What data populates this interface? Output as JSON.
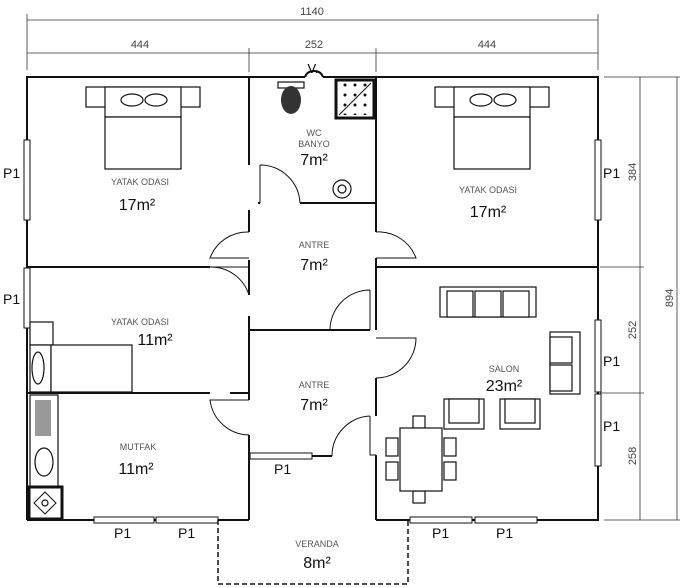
{
  "dimensions": {
    "total_width": "1140",
    "left_width": "444",
    "middle_width": "252",
    "right_width": "444",
    "total_depth": "894",
    "right_top": "384",
    "right_middle": "252",
    "right_bottom": "258"
  },
  "vent_label": "V.",
  "rooms": {
    "bedroom_left": {
      "name": "YATAK ODASI",
      "area": "17m²"
    },
    "bedroom_right": {
      "name": "YATAK ODASI",
      "area": "17m²"
    },
    "wc": {
      "name_line1": "WC",
      "name_line2": "BANYO",
      "area": "7m²"
    },
    "antre_top": {
      "name": "ANTRE",
      "area": "7m²"
    },
    "antre_bottom": {
      "name": "ANTRE",
      "area": "7m²"
    },
    "bedroom_small": {
      "name": "YATAK ODASI",
      "area": "11m²"
    },
    "kitchen": {
      "name": "MUTFAK",
      "area": "11m²"
    },
    "salon": {
      "name": "SALON",
      "area": "23m²"
    },
    "veranda": {
      "name": "VERANDA",
      "area": "8m²"
    }
  },
  "window_label": "P1"
}
